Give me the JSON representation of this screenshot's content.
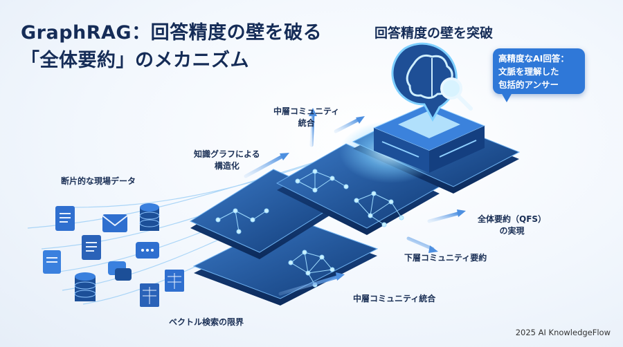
{
  "title": {
    "line1": "GraphRAG：回答精度の壁を破る",
    "line2": "「全体要約」のメカニズム"
  },
  "subtitle": "回答精度の壁を突破",
  "answer_bubble": {
    "line1": "高精度なAI回答：",
    "line2": "文脈を理解した",
    "line3": "包括的アンサー"
  },
  "labels": {
    "mid_community_top": [
      "中層コミュニティ",
      "統合"
    ],
    "knowledge_graph": [
      "知識グラフによる",
      "構造化"
    ],
    "fragmented_data": "断片的な現場データ",
    "global_summary": [
      "全体要約（QFS）",
      "の実現"
    ],
    "lower_community": "下層コミュニティ要約",
    "mid_community_bottom": "中層コミュニティ統合",
    "vector_limit": "ベクトル検索の限界"
  },
  "footer": "2025 AI KnowledgeFlow",
  "icons": [
    "document-icon",
    "mail-icon",
    "database-icon",
    "chat-icon",
    "spreadsheet-icon",
    "brain-icon",
    "magnifier-icon",
    "server-icon",
    "network-graph-icon"
  ],
  "colors": {
    "navy": "#152c57",
    "accent_blue": "#2f78d8",
    "glow": "#7fd0ff",
    "platform": "#1f4f8f"
  }
}
